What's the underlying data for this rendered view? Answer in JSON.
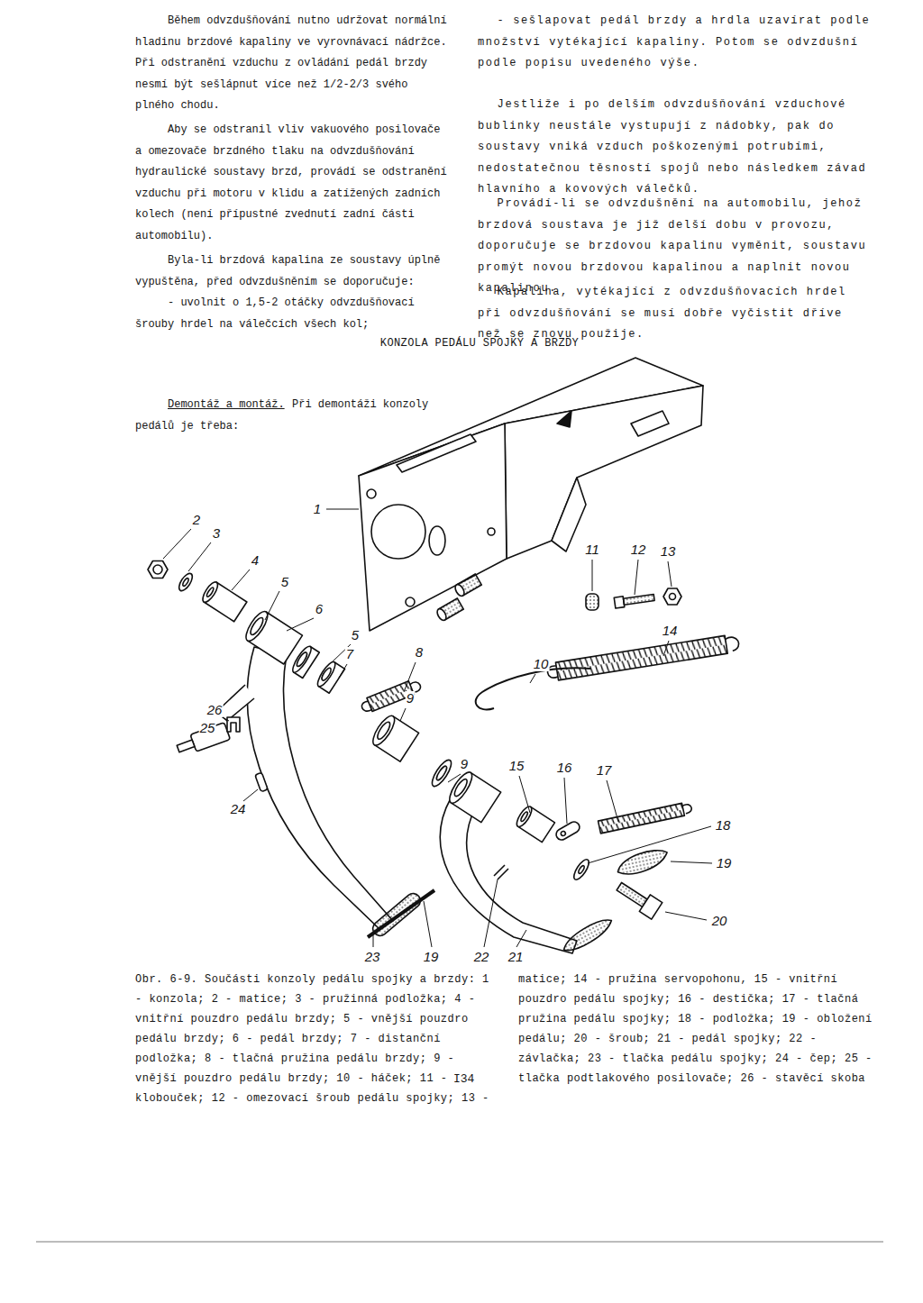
{
  "diagram": {
    "title": "KONZOLA PEDÁLU SPOJKY A BRZDY",
    "caption": "Obr. 6-9. Součásti konzoly pedálu spojky a brzdy: 1 - konzola; 2 - matice; 3 - pružinná podložka; 4 - vnitřní pouzdro pedálu brzdy; 5 - vnější pouzdro pedálu brzdy; 6 - pedál brzdy; 7 - distanční podložka; 8 - tlačná pružina pedálu brzdy; 9 - vnější pouzdro pedálu brzdy; 10 - háček; 11 - klobouček; 12 - omezovací šroub pedálu spojky; 13 - matice; 14 - pružina servopohonu, 15 - vnitřní pouzdro pedálu spojky; 16 - destička; 17 - tlačná pružina pedálu spojky; 18 - podložka; 19 - obložení pedálu; 20 - šroub; 21 - pedál spojky; 22 - závlačka; 23 - tlačka pedálu spojky; 24 - čep; 25 - tlačka podtlakového posilovače; 26 - stavěcí skoba",
    "labels": [
      "Během odvzdušňování nutno udržovat normální hladinu brzdové kapaliny ve vyrovnávací nádržce. Při odstranění vzduchu z ovládání pedál brzdy nesmí být sešlápnut více než 1/2-2/3 svého plného chodu.",
      "Aby se odstranil vliv vakuového posilovače a omezovače brzdného tlaku na odvzdušňování hydraulické soustavy brzd, provádí se odstranění vzduchu při motoru v klidu a zatížených zadních kolech (není přípustné zvednutí zadní části automobilu).",
      "Byla-li brzdová kapalina ze soustavy úplně vypuštěna, před odvzdušněním se doporučuje:",
      "- uvolnit o 1,5-2 otáčky odvzdušňovací šrouby hrdel na válečcích všech kol;",
      "- sešlapovat pedál brzdy a hrdla uzavírat podle množství vytékající kapaliny. Potom se odvzdušní podle popisu uvedeného výše.",
      "Jestliže i po delším odvzdušňování vzduchové bublinky neustále vystupují z nádobky, pak do soustavy vniká vzduch poškozenými potrubími, nedostatečnou těsností spojů nebo následkem závad hlavního a kovových válečků.",
      "Provádí-li se odvzdušnění na automobilu, jehož brzdová soustava je již delší dobu v provozu, doporučuje se brzdovou kapalinu vyměnit, soustavu promýt novou brzdovou kapalinou a naplnit novou kapalinou.",
      "Kapalina, vytékající z odvzdušňovacích hrdel při odvzdušňování se musí dobře vyčistit dříve než se znovu použije.",
      "Demontáž a montáž.",
      "Při demontáži konzoly pedálů je třeba:",
      "I34",
      "1",
      "2",
      "3",
      "4",
      "5",
      "6",
      "5",
      "7",
      "8",
      "9",
      "10",
      "11",
      "12",
      "13",
      "14",
      "26",
      "25",
      "24",
      "9",
      "15",
      "16",
      "17",
      "18",
      "19",
      "20",
      "23",
      "19",
      "22",
      "21"
    ]
  }
}
